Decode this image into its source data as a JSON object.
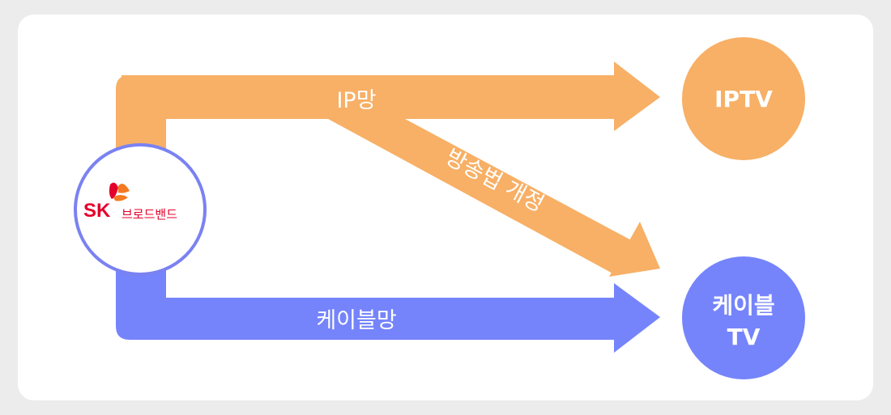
{
  "colors": {
    "ip_network": "#f7b066",
    "cable_network": "#7584fb",
    "source_border": "#7a82f2",
    "logo_red": "#e4002b",
    "logo_orange": "#f47920"
  },
  "source": {
    "logo_brand": "SK",
    "logo_name": "브로드밴드"
  },
  "arrows": {
    "ip_label": "IP망",
    "law_label": "방송법 개정",
    "cable_label": "케이블망"
  },
  "targets": {
    "iptv": "IPTV",
    "cable_tv_line1": "케이블",
    "cable_tv_line2": "TV"
  }
}
